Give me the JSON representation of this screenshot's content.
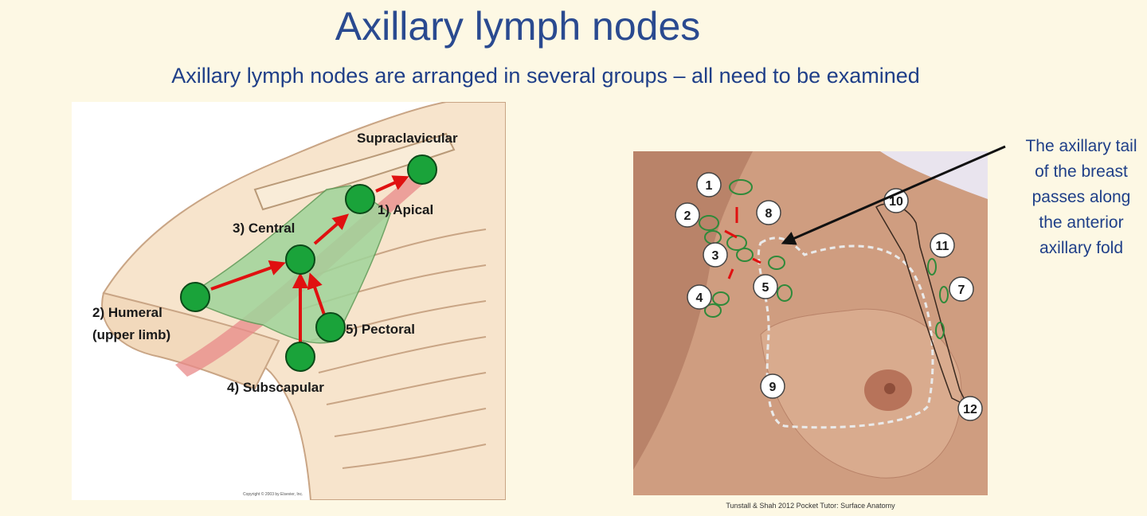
{
  "title": "Axillary lymph nodes",
  "subtitle": "Axillary lymph nodes are arranged in several groups – all need to be examined",
  "left_diagram": {
    "labels": {
      "supraclavicular": "Supraclavicular",
      "apical": "1) Apical",
      "central": "3) Central",
      "humeral_line1": "2) Humeral",
      "humeral_line2": "(upper limb)",
      "pectoral": "5) Pectoral",
      "subscapular": "4) Subscapular"
    },
    "copyright": "Copyright © 2003 by Elsevier, Inc.",
    "colors": {
      "node": "#1aa33a",
      "arrow": "#e01010",
      "region": "#9fd49a"
    }
  },
  "right_diagram": {
    "markers": [
      "1",
      "2",
      "3",
      "4",
      "5",
      "7",
      "8",
      "9",
      "10",
      "11",
      "12"
    ],
    "citation": "Tunstall & Shah 2012 Pocket Tutor: Surface Anatomy"
  },
  "callout": {
    "lines": [
      "The axillary tail",
      "of the breast",
      "passes along",
      "the anterior",
      "axillary fold"
    ]
  }
}
